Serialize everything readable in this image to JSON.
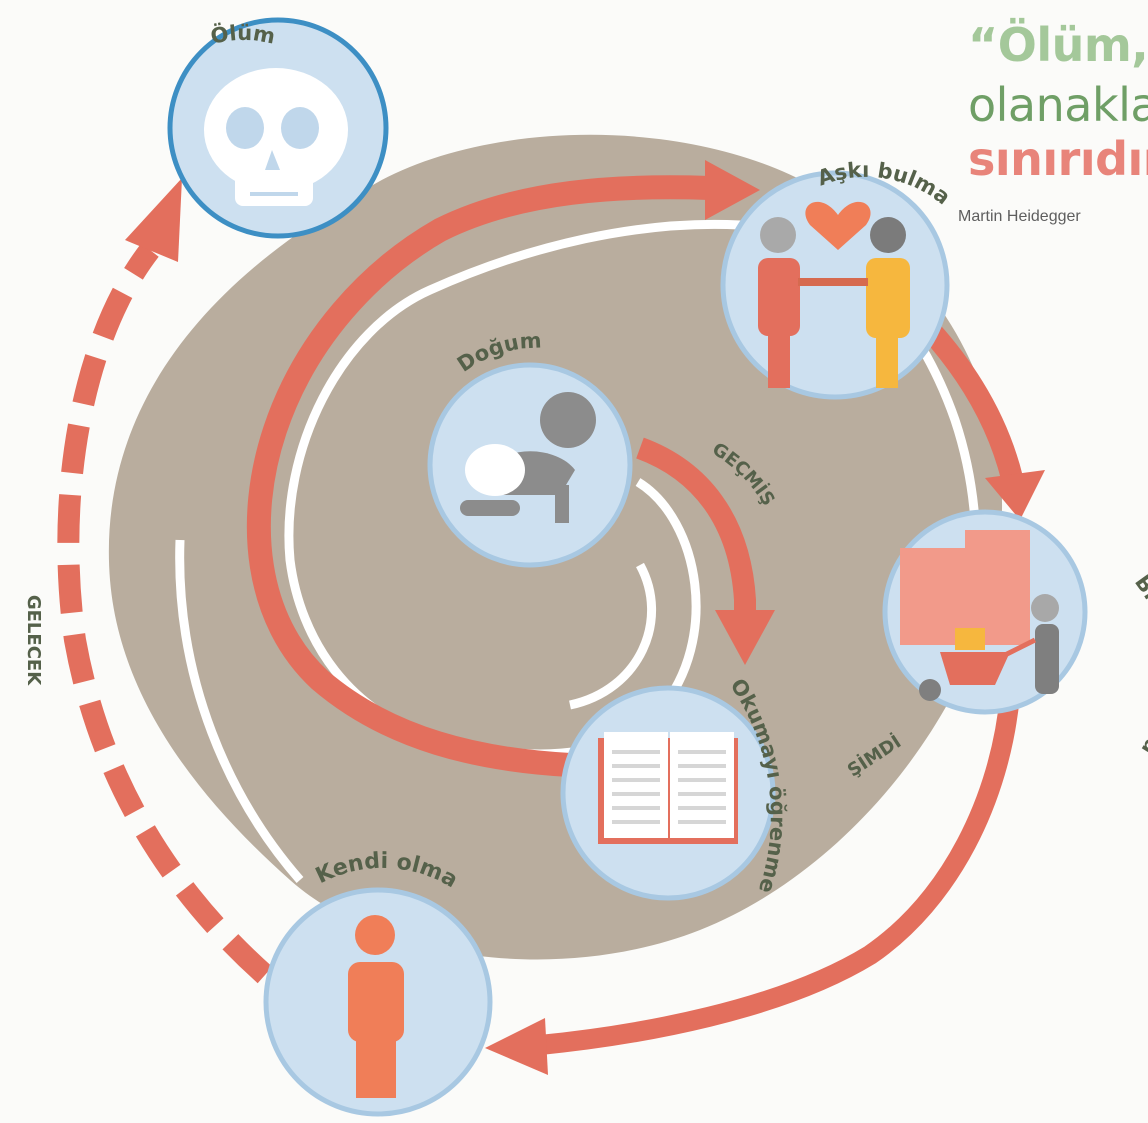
{
  "quote": {
    "line1": "“Ölüm,",
    "line2": "olanakla",
    "line3": "sınırıdır",
    "author": "Martin Heidegger"
  },
  "stages": {
    "death": "Ölüm",
    "love": "Aşkı bulma",
    "birth": "Doğum",
    "home": "Bir yuva kurma",
    "reading": "Okumayı öğrenme",
    "self": "Kendi olma"
  },
  "eras": {
    "past": "GEÇMİŞ",
    "present": "ŞİMDİ",
    "future": "GELECEK"
  },
  "colors": {
    "arrow": "#e36f5d",
    "disc": "#b9ad9e",
    "circle_fill": "#c9ddee",
    "circle_stroke": "#9fc1dd",
    "death_stroke": "#3d8fc4",
    "label": "#55614a"
  },
  "icons": {
    "death": "skull-icon",
    "love": "couple-heart-icon",
    "birth": "crawling-baby-icon",
    "home": "builder-wheelbarrow-icon",
    "reading": "open-book-icon",
    "self": "person-icon"
  }
}
